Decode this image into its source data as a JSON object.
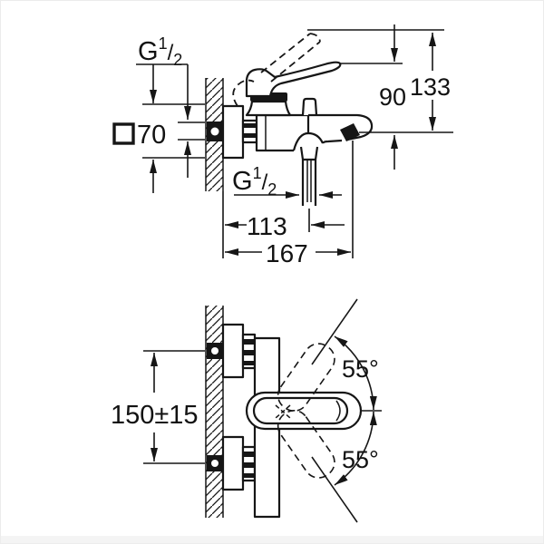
{
  "page": {
    "background": "#ffffff",
    "line_color": "#161616"
  },
  "top_view": {
    "description": "side view with mounting dimensions",
    "labels": {
      "thread_top": {
        "base": "G",
        "sup": "1",
        "slash": "/",
        "sub": "2"
      },
      "escutcheon_square": "70",
      "spout_height": "90",
      "total_height": "133",
      "thread_bottom": {
        "base": "G",
        "sup": "1",
        "slash": "/",
        "sub": "2"
      },
      "wall_to_outlet": "113",
      "total_depth": "167"
    }
  },
  "front_view": {
    "description": "front view with connection centers and handle swing",
    "labels": {
      "connection_centers": "150±15",
      "swing_angle_up": "55°",
      "swing_angle_down": "55°"
    }
  }
}
